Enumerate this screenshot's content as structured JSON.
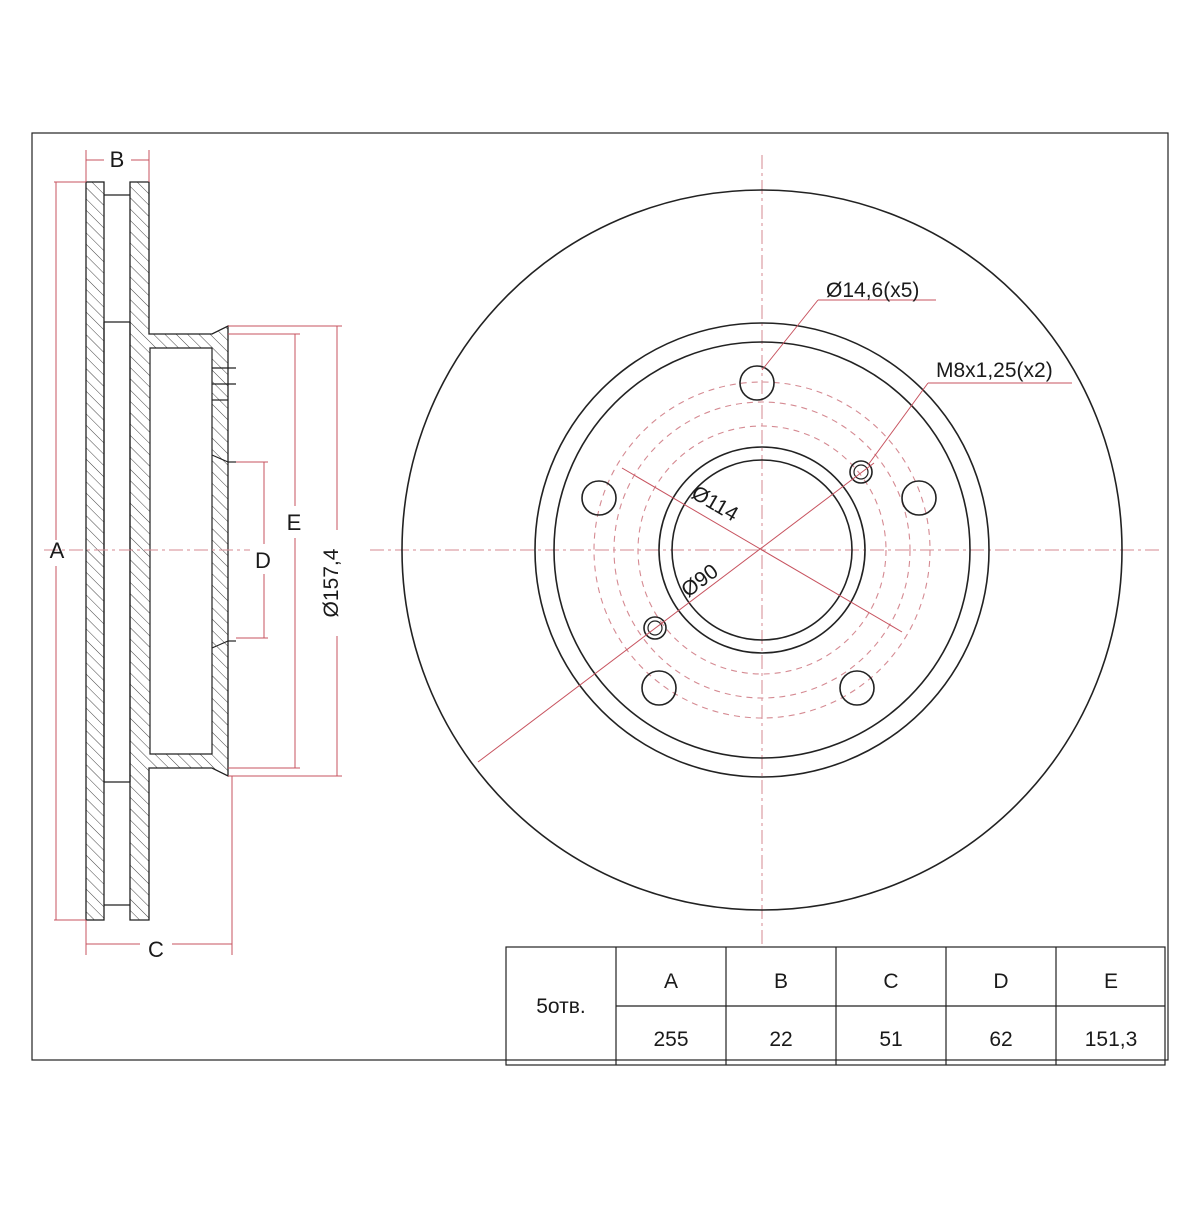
{
  "side_view": {
    "labels": {
      "a": "A",
      "b": "B",
      "c": "C",
      "d": "D",
      "e": "E"
    },
    "hub_diameter": "Ø157,4"
  },
  "front_view": {
    "bolt_hole": "Ø14,6(x5)",
    "thread": "M8x1,25(x2)",
    "pcd": "Ø114",
    "bore": "Ø90"
  },
  "spec_table": {
    "row_label": "5отв.",
    "headers": [
      "A",
      "B",
      "C",
      "D",
      "E"
    ],
    "values": [
      "255",
      "22",
      "51",
      "62",
      "151,3"
    ]
  },
  "colors": {
    "line": "#222222",
    "dimension": "#c7535f",
    "centerline": "#d58a92"
  }
}
